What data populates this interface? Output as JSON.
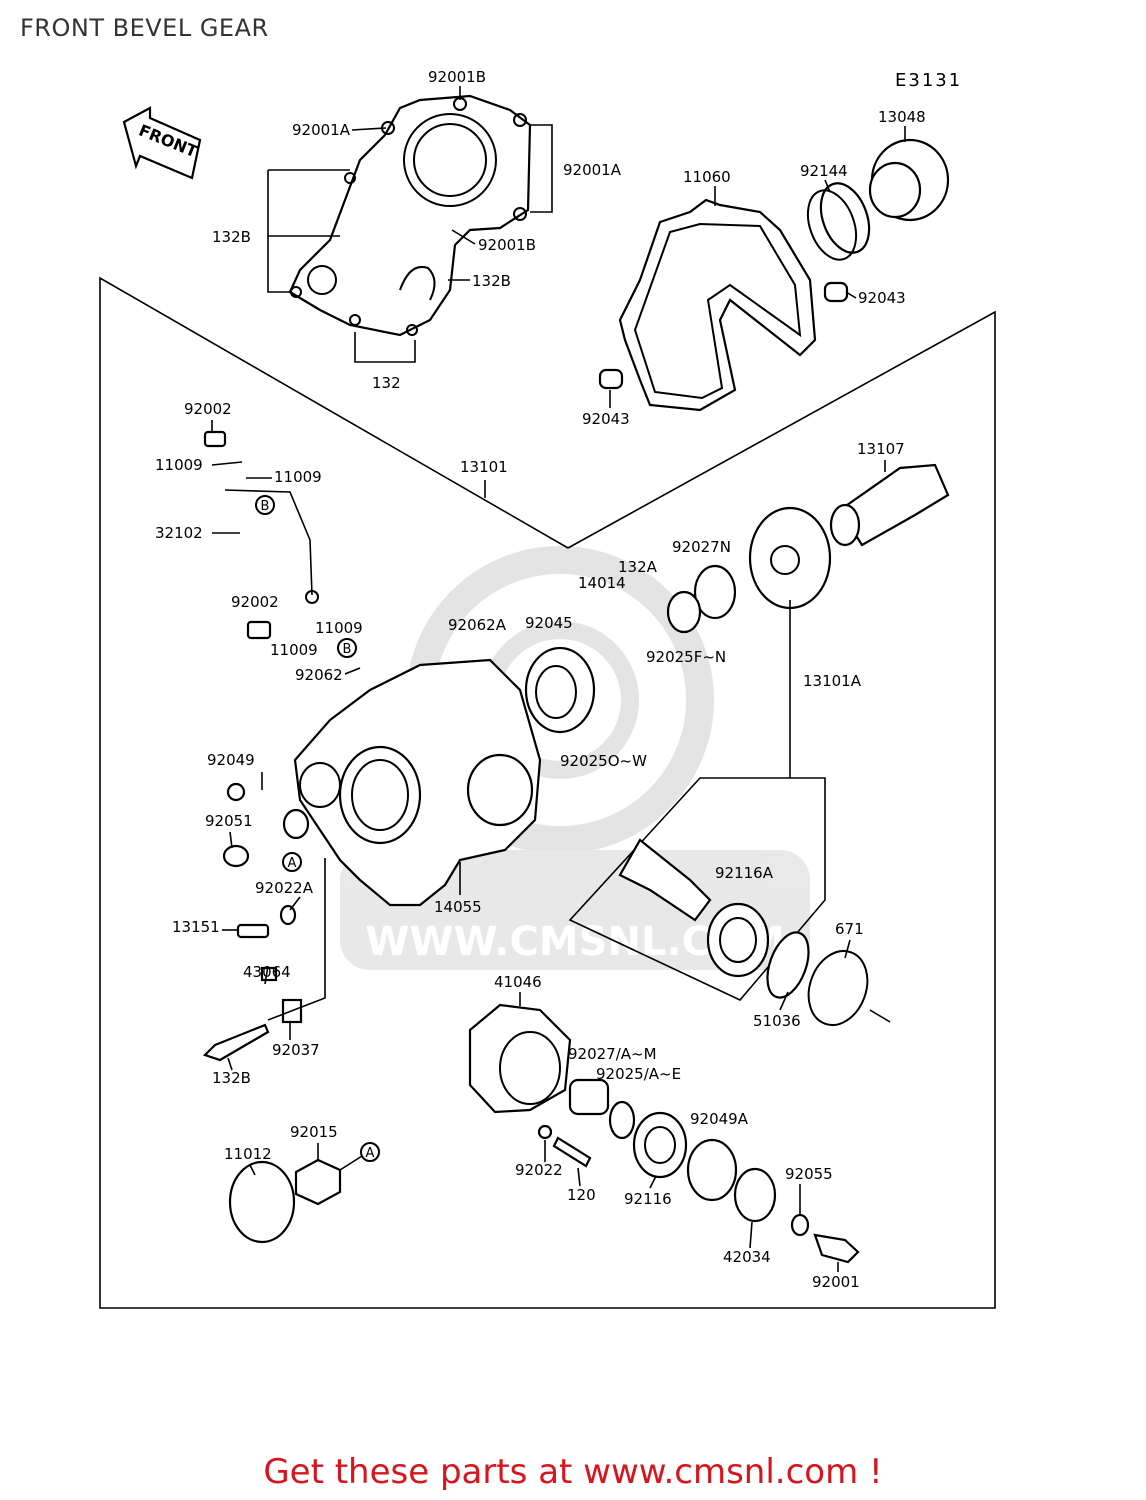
{
  "title": "FRONT BEVEL GEAR",
  "diagram_code": "E3131",
  "front_label": "FRONT",
  "watermark": "WWW.CMSNL.COM",
  "footer": "Get these parts at www.cmsnl.com !",
  "callouts": [
    "A",
    "B"
  ],
  "part_labels": {
    "p92001B_top": "92001B",
    "p92001A_left": "92001A",
    "p92001A_right": "92001A",
    "p132B_left": "132B",
    "p92001B_mid": "92001B",
    "p132B_right": "132B",
    "p132": "132",
    "p11060": "11060",
    "p13048": "13048",
    "p92144": "92144",
    "p92043_right": "92043",
    "p92043_left": "92043",
    "p92002_top": "92002",
    "p11009_a": "11009",
    "p11009_b": "11009",
    "p13101": "13101",
    "p13107": "13107",
    "p32102": "32102",
    "p92027N": "92027N",
    "p132A": "132A",
    "p14014": "14014",
    "p92002_mid": "92002",
    "p11009_c": "11009",
    "p11009_d": "11009",
    "p92062A": "92062A",
    "p92045": "92045",
    "p92025FN": "92025F~N",
    "p13101A": "13101A",
    "p92062": "92062",
    "p92049": "92049",
    "p92025OW": "92025O~W",
    "p92051": "92051",
    "p92116A": "92116A",
    "p92022A": "92022A",
    "p14055": "14055",
    "p13151": "13151",
    "p671": "671",
    "p43064": "43064",
    "p41046": "41046",
    "p51036": "51036",
    "p92037": "92037",
    "p92027AM": "92027/A~M",
    "p132B_bottom": "132B",
    "p92025AE": "92025/A~E",
    "p92049A": "92049A",
    "p92015": "92015",
    "p11012": "11012",
    "p92022": "92022",
    "p120": "120",
    "p92055": "92055",
    "p92116": "92116",
    "p42034": "42034",
    "p92001_bottom": "92001"
  }
}
